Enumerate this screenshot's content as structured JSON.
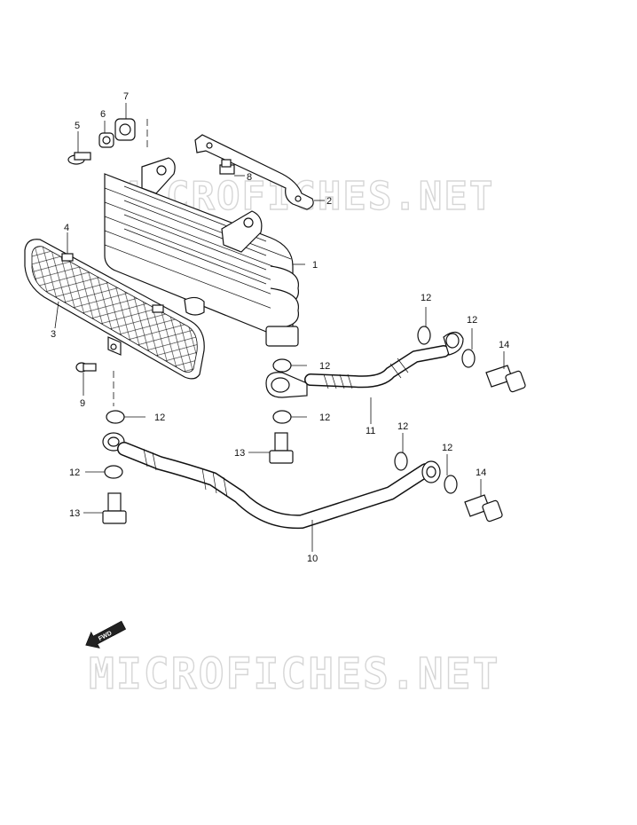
{
  "watermark": "MICROFICHES.NET",
  "fwd_label": "FWD",
  "callouts": [
    {
      "id": "c1",
      "text": "1"
    },
    {
      "id": "c2",
      "text": "2"
    },
    {
      "id": "c3",
      "text": "3"
    },
    {
      "id": "c4",
      "text": "4"
    },
    {
      "id": "c5",
      "text": "5"
    },
    {
      "id": "c6",
      "text": "6"
    },
    {
      "id": "c7",
      "text": "7"
    },
    {
      "id": "c8",
      "text": "8"
    },
    {
      "id": "c9",
      "text": "9"
    },
    {
      "id": "c10",
      "text": "10"
    },
    {
      "id": "c11",
      "text": "11"
    },
    {
      "id": "c12a",
      "text": "12"
    },
    {
      "id": "c12b",
      "text": "12"
    },
    {
      "id": "c12c",
      "text": "12"
    },
    {
      "id": "c12d",
      "text": "12"
    },
    {
      "id": "c12e",
      "text": "12"
    },
    {
      "id": "c12f",
      "text": "12"
    },
    {
      "id": "c12g",
      "text": "12"
    },
    {
      "id": "c12h",
      "text": "12"
    },
    {
      "id": "c13a",
      "text": "13"
    },
    {
      "id": "c13b",
      "text": "13"
    },
    {
      "id": "c14a",
      "text": "14"
    },
    {
      "id": "c14b",
      "text": "14"
    }
  ]
}
